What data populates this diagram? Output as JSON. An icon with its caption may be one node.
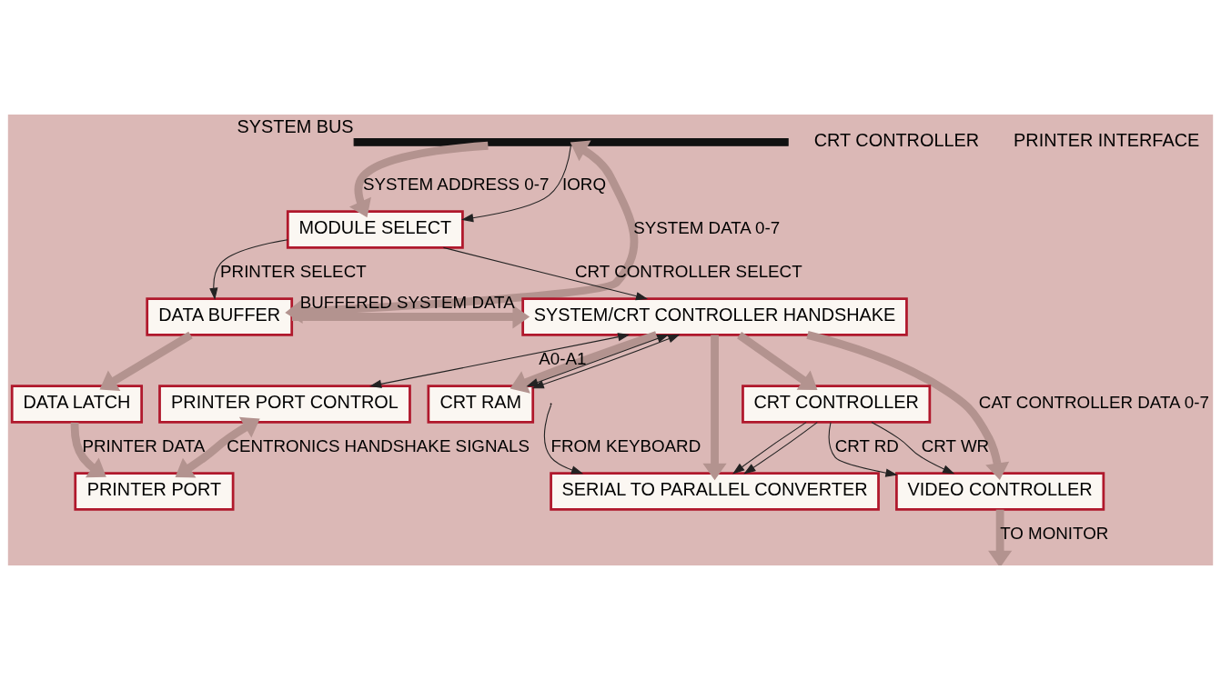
{
  "diagram": {
    "nodes": [
      {
        "text": [],
        "shape": "bar",
        "beside": [
          "SYSTEM BUS"
        ]
      },
      {
        "text": [
          "MODULE SELECT"
        ]
      },
      {
        "text": [
          "SYSTEM/CRT CONTROLLER HANDSHAKE"
        ]
      },
      {
        "text": [
          "CRT RAM"
        ]
      },
      {
        "text": [
          "VIDEO CONTROLLER"
        ]
      },
      {
        "text": [
          "DATA BUFFER"
        ]
      },
      {
        "text": [
          "CRT CONTROLLER"
        ]
      },
      {
        "text": [
          "SERIAL TO PARALLEL CONVERTER"
        ]
      },
      {
        "text": [
          "DATA LATCH"
        ]
      },
      {
        "text": [
          "PRINTER PORT"
        ]
      },
      {
        "text": [
          "PRINTER PORT CONTROL"
        ]
      }
    ],
    "edges": [
      {
        "from": 0,
        "to": 1,
        "arrow": "to",
        "label": "SYSTEM ADDRESS 0-7",
        "style": "thick",
        "color": "#b3938f"
      },
      {
        "from": 0,
        "to": 1,
        "arrow": "to",
        "label": "IORQ",
        "color": "#222222"
      },
      {
        "from": 10,
        "to": 2,
        "arrow": "both",
        "label": "A0-A1",
        "color": "#222222"
      },
      {
        "from": 1,
        "to": 2,
        "arrow": "to",
        "label": "CRT CONTROLLER SELECT",
        "color": "#222222"
      },
      {
        "from": 1,
        "to": 5,
        "arrow": "to",
        "label": "PRINTER SELECT",
        "color": "#222222"
      },
      {
        "from": 0,
        "to": 5,
        "arrow": "both",
        "label": "SYSTEM DATA 0-7",
        "style": "thick",
        "color": "#b3938f"
      },
      {
        "from": 5,
        "to": 2,
        "arrow": "to",
        "label": "BUFFERED SYSTEM DATA",
        "style": "thick",
        "color": "#b3938f"
      },
      {
        "from": 5,
        "to": 8,
        "arrow": "to",
        "style": "thick",
        "color": "#b3938f"
      },
      {
        "from": 2,
        "to": 4,
        "arrow": "to",
        "label": "CAT CONTROLLER DATA 0-7",
        "style": "thick",
        "color": "#b3938f"
      },
      {
        "from": 2,
        "to": 3,
        "arrow": "to",
        "style": "thick",
        "color": "#b3938f"
      },
      {
        "from": 2,
        "to": 6,
        "arrow": "to",
        "style": "thick",
        "color": "#b3938f"
      },
      {
        "from": 2,
        "to": 7,
        "arrow": "to",
        "style": "thick",
        "color": "#b3938f"
      },
      {
        "from": 2,
        "to": 3,
        "arrow": "both",
        "color": "#222222"
      },
      {
        "from": 2,
        "to": 3,
        "arrow": "both",
        "color": "#222222"
      },
      {
        "from": 6,
        "to": 4,
        "arrow": "to",
        "label": "CRT RD",
        "color": "#222222"
      },
      {
        "from": 6,
        "to": 7,
        "arrow": "to",
        "color": "#222222"
      },
      {
        "from": 6,
        "to": 4,
        "arrow": "to",
        "label": "CRT WR",
        "color": "#222222"
      },
      {
        "from": 6,
        "to": 7,
        "arrow": "to",
        "color": "#222222"
      },
      {
        "from": null,
        "to": 7,
        "arrow": "to",
        "label": "FROM KEYBOARD",
        "color": "#222222"
      },
      {
        "from": 4,
        "to": null,
        "arrow": "to",
        "label": "TO MONITOR",
        "style": "thick",
        "color": "#b3938f"
      },
      {
        "from": 8,
        "to": 9,
        "arrow": "to",
        "label": "PRINTER DATA",
        "style": "thick",
        "color": "#b3938f"
      },
      {
        "from": 9,
        "to": 10,
        "arrow": "both",
        "label": "CENTRONICS HANDSHAKE SIGNALS",
        "style": "thick",
        "color": "#b3938f"
      }
    ],
    "labels": [
      "CRT CONTROLLER",
      "PRINTER INTERFACE"
    ]
  }
}
